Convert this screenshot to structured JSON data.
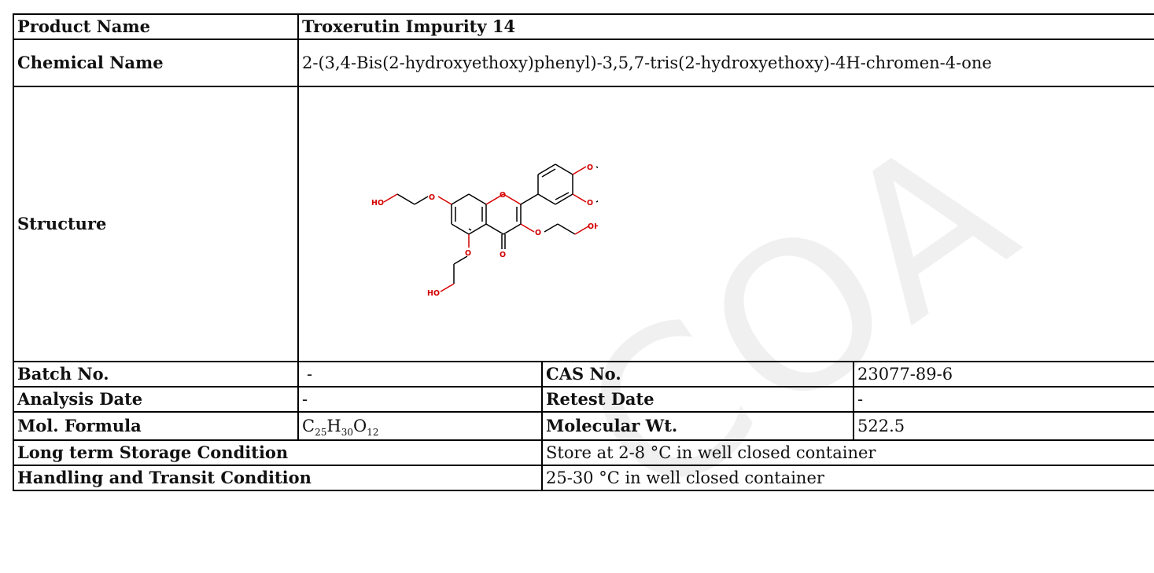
{
  "watermark": "COA",
  "rows": {
    "product_name": {
      "label": "Product Name",
      "value": "Troxerutin Impurity 14"
    },
    "chemical_name": {
      "label": "Chemical Name",
      "value": "2-(3,4-Bis(2-hydroxyethoxy)phenyl)-3,5,7-tris(2-hydroxyethoxy)-4H-chromen-4-one"
    },
    "structure": {
      "label": "Structure"
    },
    "batch": {
      "label": "Batch No.",
      "value": "-"
    },
    "cas": {
      "label": "CAS No.",
      "value": "23077-89-6"
    },
    "analysis_date": {
      "label": "Analysis Date",
      "value": "-"
    },
    "retest_date": {
      "label": "Retest Date",
      "value": "-"
    },
    "mol_formula": {
      "label": "Mol. Formula",
      "parts": [
        "C",
        "25",
        "H",
        "30",
        "O",
        "12"
      ]
    },
    "mol_wt": {
      "label": "Molecular Wt.",
      "value": "522.5"
    },
    "storage": {
      "label": "Long term Storage Condition",
      "value": "Store at 2-8 °C in well closed container"
    },
    "handling": {
      "label": "Handling and Transit Condition",
      "value": "25-30 °C in well closed container"
    }
  },
  "structure_atoms": {
    "o": "O",
    "oh": "OH",
    "ho": "HO"
  }
}
